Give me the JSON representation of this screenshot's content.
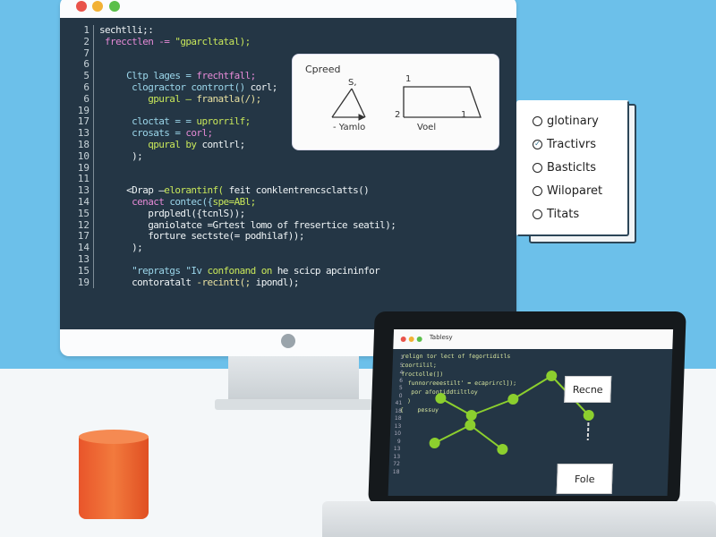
{
  "monitor": {
    "window_dots": {
      "red": "#e9534a",
      "yellow": "#f2b134",
      "green": "#5bbf4a"
    },
    "code_lines": [
      {
        "n": "1",
        "indent": 0,
        "seg": [
          [
            "sechtlli;:",
            "w"
          ]
        ]
      },
      {
        "n": "2",
        "indent": 1,
        "seg": [
          [
            "frecctlen -= ",
            "p"
          ],
          [
            "\"gparcltatal);",
            "g"
          ]
        ]
      },
      {
        "n": "7",
        "indent": 0,
        "seg": []
      },
      {
        "n": "6",
        "indent": 0,
        "seg": []
      },
      {
        "n": "5",
        "indent": 5,
        "seg": [
          [
            "Cltp lages = ",
            "b"
          ],
          [
            "frechtfall;",
            "p"
          ]
        ]
      },
      {
        "n": "6",
        "indent": 6,
        "seg": [
          [
            "clogractor contrort() ",
            "b"
          ],
          [
            "corl;",
            "w"
          ]
        ]
      },
      {
        "n": "6",
        "indent": 9,
        "seg": [
          [
            "gpural – ",
            "g"
          ],
          [
            "franatla(/);",
            "y"
          ]
        ]
      },
      {
        "n": "19",
        "indent": 0,
        "seg": []
      },
      {
        "n": "17",
        "indent": 6,
        "seg": [
          [
            "cloctat = = ",
            "b"
          ],
          [
            "uprorrilf;",
            "g"
          ]
        ]
      },
      {
        "n": "13",
        "indent": 6,
        "seg": [
          [
            "crosats = ",
            "b"
          ],
          [
            "corl;",
            "p"
          ]
        ]
      },
      {
        "n": "18",
        "indent": 9,
        "seg": [
          [
            "qpural by ",
            "g"
          ],
          [
            "contlrl;",
            "w"
          ]
        ]
      },
      {
        "n": "10",
        "indent": 6,
        "seg": [
          [
            ");",
            "w"
          ]
        ]
      },
      {
        "n": "19",
        "indent": 0,
        "seg": []
      },
      {
        "n": "11",
        "indent": 0,
        "seg": []
      },
      {
        "n": "13",
        "indent": 5,
        "seg": [
          [
            "<Drap –",
            "w"
          ],
          [
            "elorantinf(",
            "g"
          ],
          [
            " feit conklentrencsclatts()",
            "w"
          ]
        ]
      },
      {
        "n": "14",
        "indent": 6,
        "seg": [
          [
            "cenact ",
            "p"
          ],
          [
            "contec({",
            "b"
          ],
          [
            "spe=ABl;",
            "g"
          ]
        ]
      },
      {
        "n": "15",
        "indent": 9,
        "seg": [
          [
            "prdpledl({tcnlS));",
            "w"
          ]
        ]
      },
      {
        "n": "12",
        "indent": 9,
        "seg": [
          [
            "ganiolatce =Grtest lomo of fresertice seatil);",
            "w"
          ]
        ]
      },
      {
        "n": "17",
        "indent": 9,
        "seg": [
          [
            "forture sectste(= podhilaf));",
            "w"
          ]
        ]
      },
      {
        "n": "14",
        "indent": 6,
        "seg": [
          [
            ");",
            "w"
          ]
        ]
      },
      {
        "n": "13",
        "indent": 0,
        "seg": []
      },
      {
        "n": "15",
        "indent": 6,
        "seg": [
          [
            "\"repratgs \"Iv ",
            "b"
          ],
          [
            "confonand on",
            "g"
          ],
          [
            " he scicp apcininfor",
            "w"
          ]
        ]
      },
      {
        "n": "19",
        "indent": 6,
        "seg": [
          [
            "contoratalt ",
            "w"
          ],
          [
            "-recintt(;",
            "y"
          ],
          [
            " ipondl);",
            "w"
          ]
        ]
      }
    ]
  },
  "diagram_card": {
    "title": "Cpreed",
    "triangle_top": "S,",
    "triangle_label": "- Yamlo",
    "quad_top": "1",
    "quad_left": "2",
    "quad_right": "1",
    "quad_label": "Voel"
  },
  "checklist": [
    {
      "label": "glotinary",
      "checked": false
    },
    {
      "label": "Tractivrs",
      "checked": true
    },
    {
      "label": "Basticlts",
      "checked": false
    },
    {
      "label": "Wiloparet",
      "checked": false
    },
    {
      "label": "Titats",
      "checked": false
    }
  ],
  "laptop": {
    "title": "Tablesy",
    "line_numbers": [
      "1",
      "5",
      "4",
      "6",
      "5",
      "0",
      "41",
      "18",
      "18",
      "13",
      "10",
      "9",
      "13",
      "13",
      "72",
      "18"
    ],
    "code_lines": [
      "relign tor lect of fegortiditls",
      "coortilil;",
      "froctolle(])",
      "  funnorreeestilt' = ecaprircl]);",
      "   por afontiddtiltloy",
      "  )",
      "{    pessuy"
    ],
    "graph_labels": {
      "top": "Recne",
      "bottom": "Fole"
    },
    "graph_color": "#8ccf2e"
  },
  "mug_color": "#ef6a33"
}
